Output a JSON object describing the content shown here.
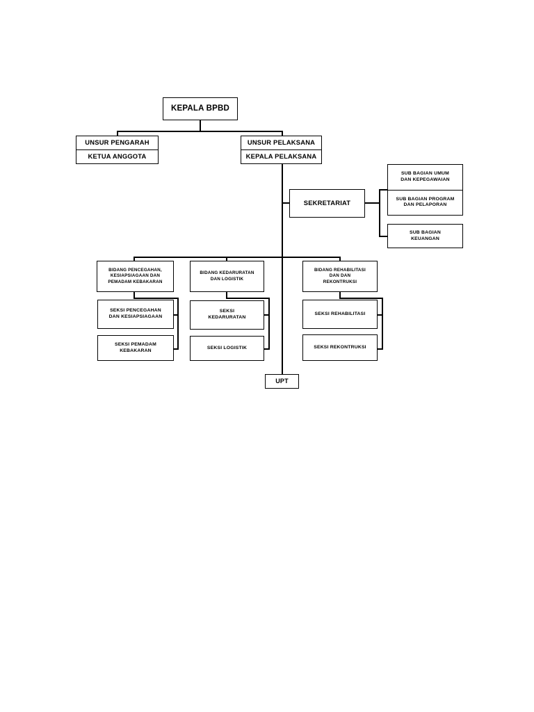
{
  "diagram": {
    "type": "org-chart",
    "title_node": "KEPALA BPBD",
    "nodes": {
      "kepala_bpbd": {
        "lines": [
          "KEPALA BPBD"
        ]
      },
      "unsur_pengarah": {
        "lines": [
          "UNSUR PENGARAH"
        ]
      },
      "ketua_anggota": {
        "lines": [
          "KETUA ANGGOTA"
        ]
      },
      "unsur_pelaksana": {
        "lines": [
          "UNSUR PELAKSANA"
        ]
      },
      "kepala_pelaksana": {
        "lines": [
          "KEPALA PELAKSANA"
        ]
      },
      "sekretariat": {
        "lines": [
          "SEKRETARIAT"
        ]
      },
      "sub_bagian_umum": {
        "lines": [
          "SUB BAGIAN UMUM",
          "DAN KEPEGAWAIAN"
        ]
      },
      "sub_bagian_program": {
        "lines": [
          "SUB BAGIAN PROGRAM",
          "DAN PELAPORAN"
        ]
      },
      "sub_bagian_keuangan": {
        "lines": [
          "SUB BAGIAN",
          "KEUANGAN"
        ]
      },
      "bidang_pencegahan": {
        "lines": [
          "BIDANG PENCEGAHAN,",
          "KESIAPSIAGAAN DAN",
          "PEMADAM KEBAKARAN"
        ]
      },
      "seksi_pencegahan": {
        "lines": [
          "SEKSI PENCEGAHAN",
          "DAN KESIAPSIAGAAN"
        ]
      },
      "seksi_pemadam": {
        "lines": [
          "SEKSI PEMADAM",
          "KEBAKARAN"
        ]
      },
      "bidang_kedaruratan": {
        "lines": [
          "BIDANG KEDARURATAN",
          "DAN LOGISTIK"
        ]
      },
      "seksi_kedaruratan": {
        "lines": [
          "SEKSI",
          "KEDARURATAN"
        ]
      },
      "seksi_logistik": {
        "lines": [
          "SEKSI LOGISTIK"
        ]
      },
      "bidang_rehabilitasi": {
        "lines": [
          "BIDANG REHABILITASI",
          "DAN DAN",
          "REKONTRUKSI"
        ]
      },
      "seksi_rehabilitasi": {
        "lines": [
          "SEKSI REHABILITASI"
        ]
      },
      "seksi_rekontruksi": {
        "lines": [
          "SEKSI REKONTRUKSI"
        ]
      },
      "upt": {
        "lines": [
          "UPT"
        ]
      }
    },
    "colors": {
      "line": "#000000",
      "box_fill": "#ffffff",
      "text": "#000000",
      "page_background": "#ffffff"
    }
  }
}
